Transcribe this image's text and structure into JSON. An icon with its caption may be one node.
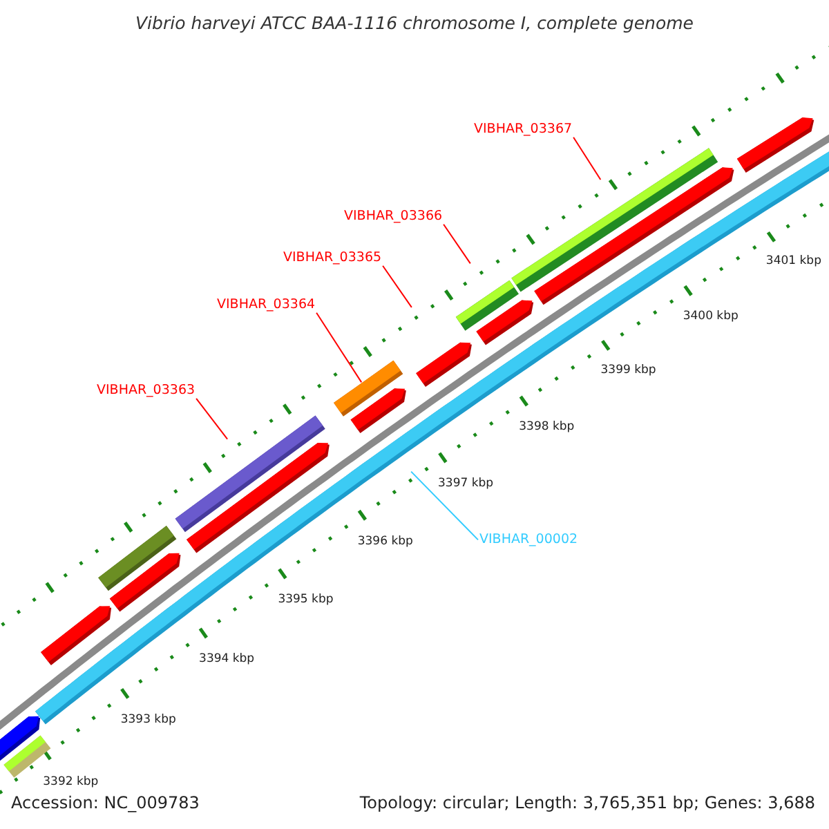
{
  "diagram": {
    "title": "Vibrio harveyi ATCC BAA-1116 chromosome I, complete genome",
    "nodes": [
      {
        "text": [
          "VIBHAR_03363"
        ]
      },
      {
        "text": [
          "VIBHAR_03364"
        ]
      },
      {
        "text": [
          "VIBHAR_03365"
        ]
      },
      {
        "text": [
          "VIBHAR_03366"
        ]
      },
      {
        "text": [
          "VIBHAR_03367"
        ]
      },
      {
        "text": [
          "VIBHAR_00002"
        ]
      },
      {
        "text": [],
        "shape": "bar"
      }
    ],
    "edges": [
      {
        "from": 0,
        "to": null,
        "arrow": "none"
      },
      {
        "from": 1,
        "to": 6,
        "arrow": "none"
      },
      {
        "from": 2,
        "to": null,
        "arrow": "none"
      },
      {
        "from": 3,
        "to": null,
        "arrow": "none"
      },
      {
        "from": 4,
        "to": null,
        "arrow": "none"
      },
      {
        "from": 5,
        "to": null,
        "arrow": "none",
        "color": "#33ccff"
      }
    ],
    "labels": [
      "3392 kbp",
      "3393 kbp",
      "3394 kbp",
      "3395 kbp",
      "3396 kbp",
      "3397 kbp",
      "3398 kbp",
      "3399 kbp",
      "3400 kbp",
      "3401 kbp",
      "Accession: NC_009783",
      "Topology: circular; Length: 3,765,351 bp; Genes: 3,688"
    ]
  }
}
